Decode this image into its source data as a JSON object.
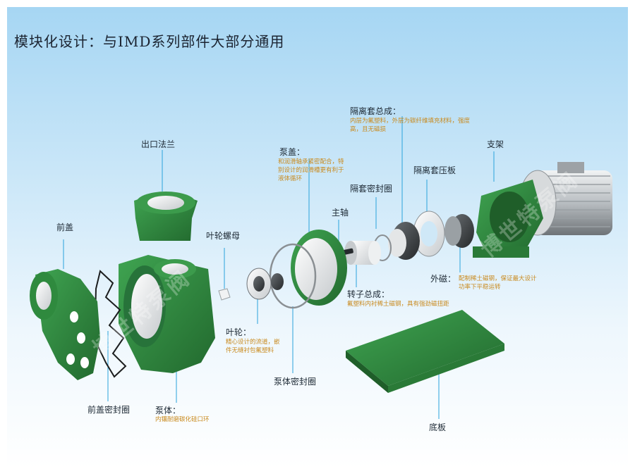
{
  "title": "模块化设计：与IMD系列部件大部分通用",
  "watermark": "博世特泵阀",
  "colors": {
    "pump_green": "#2f8a3e",
    "accent_text": "#c98a1e",
    "leader": "#2aa3dc"
  },
  "labels": {
    "front_cover": "前盖",
    "outlet_flange": "出口法兰",
    "impeller_nut": "叶轮螺母",
    "pump_cover": "泵盖：",
    "pump_cover_desc": "和润滑轴承紧密配合，特别设计的润滑槽更有利于液体循环",
    "shaft": "主轴",
    "sleeve_seal": "隔套密封圈",
    "isolation_sleeve": "隔离套总成：",
    "isolation_sleeve_desc": "内层为氟塑料，外层为碳纤维填充材料，强度高，且无磁损",
    "sleeve_plate": "隔离套压板",
    "bracket": "支架",
    "outer_magnet": "外磁：",
    "outer_magnet_desc": "配制稀土磁钢，保证最大设计功率下平稳运转",
    "rotor": "转子总成：",
    "rotor_desc": "氟塑料内衬稀土磁钢，具有强劲磁扭距",
    "impeller": "叶轮：",
    "impeller_desc": "精心设计的流道，嵌件无缝衬包氟塑料",
    "casing_seal": "泵体密封圈",
    "base_plate": "底板",
    "front_seal": "前盖密封圈",
    "pump_body": "泵体：",
    "pump_body_desc": "内镶耐磨碳化硅口环"
  }
}
